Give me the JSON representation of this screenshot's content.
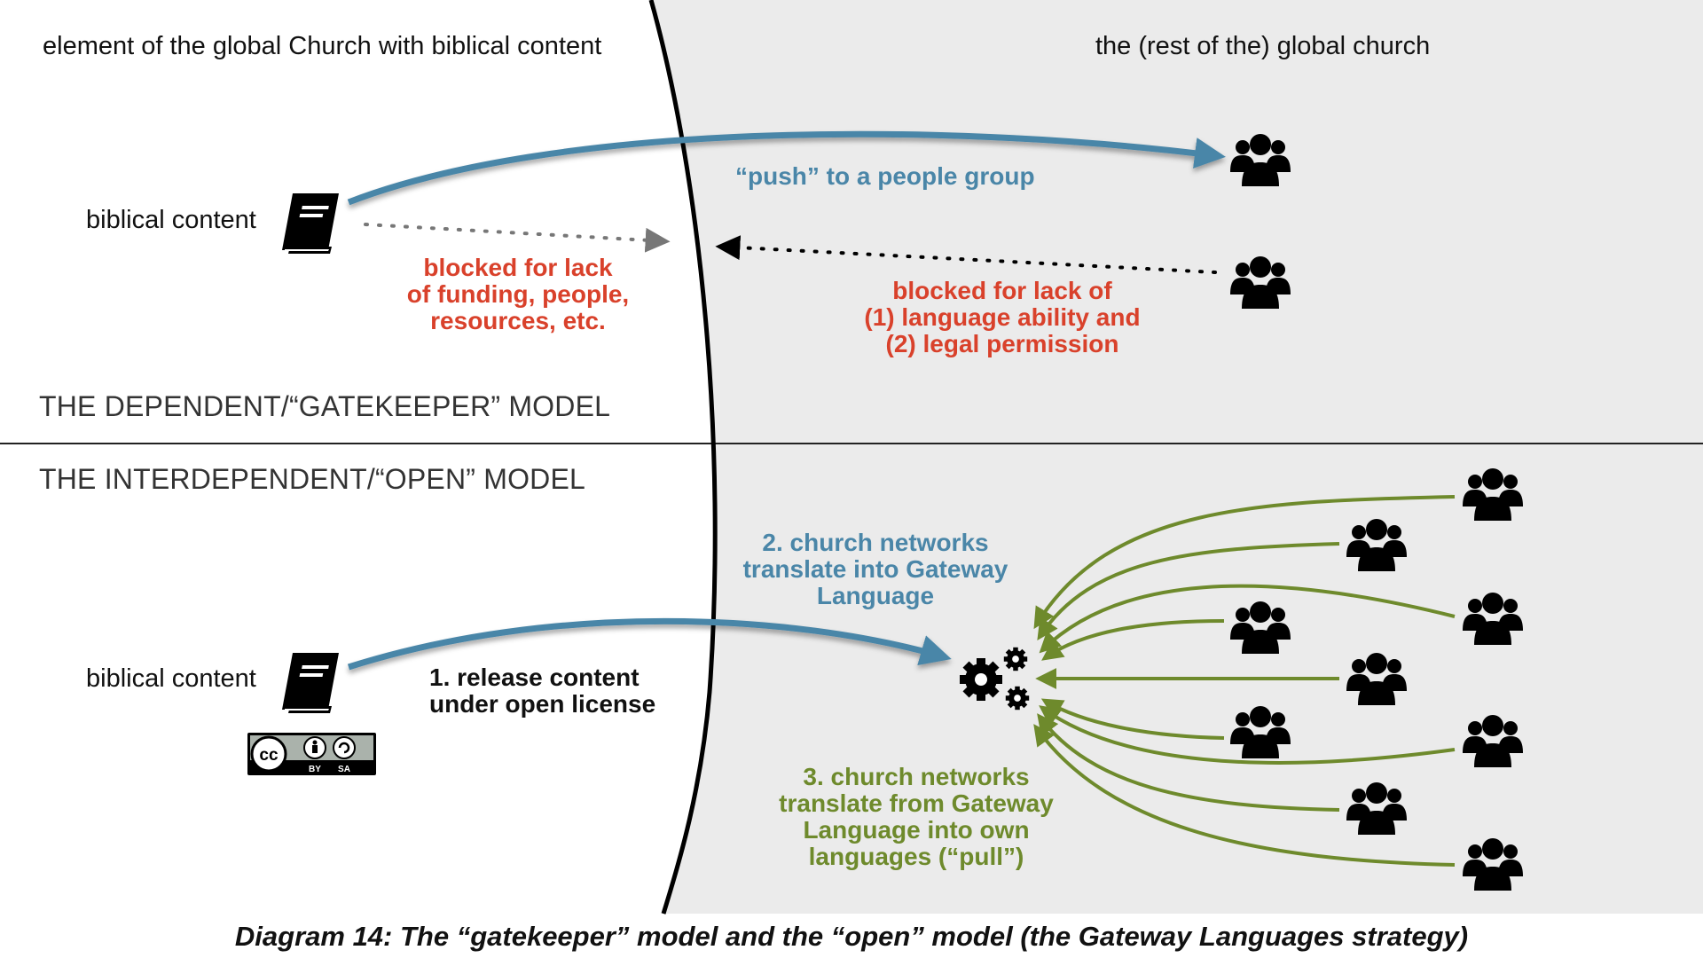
{
  "headers": {
    "left": "element of the global Church with biblical content",
    "right": "the (rest of the) global church"
  },
  "top_model": {
    "title": "THE DEPENDENT/“GATEKEEPER” MODEL",
    "source_label": "biblical content",
    "push_label": "“push” to a people group",
    "blocked_left": [
      "blocked for lack",
      "of funding, people,",
      "resources, etc."
    ],
    "blocked_right": [
      "blocked for lack of",
      "(1) language ability and",
      "(2) legal permission"
    ]
  },
  "bottom_model": {
    "title": "THE INTERDEPENDENT/“OPEN” MODEL",
    "source_label": "biblical content",
    "license_badge": {
      "cc": "cc",
      "by": "BY",
      "sa": "SA"
    },
    "step1": [
      "1. release content",
      "under open license"
    ],
    "step2": [
      "2. church networks",
      "translate into Gateway",
      "Language"
    ],
    "step3": [
      "3. church networks",
      "translate from Gateway",
      "Language into own",
      "languages (“pull”)"
    ]
  },
  "caption": "Diagram 14: The “gatekeeper” model and the “open” model (the Gateway Languages strategy)",
  "colors": {
    "right_background": "#ebebeb",
    "push_arrow": "#4a86a8",
    "pull_arrows": "#6e8a2c",
    "blocked_text": "#d9412b",
    "icons": "#000000"
  },
  "icons": [
    "book-icon",
    "people-group-icon",
    "gears-icon",
    "creative-commons-icon"
  ]
}
